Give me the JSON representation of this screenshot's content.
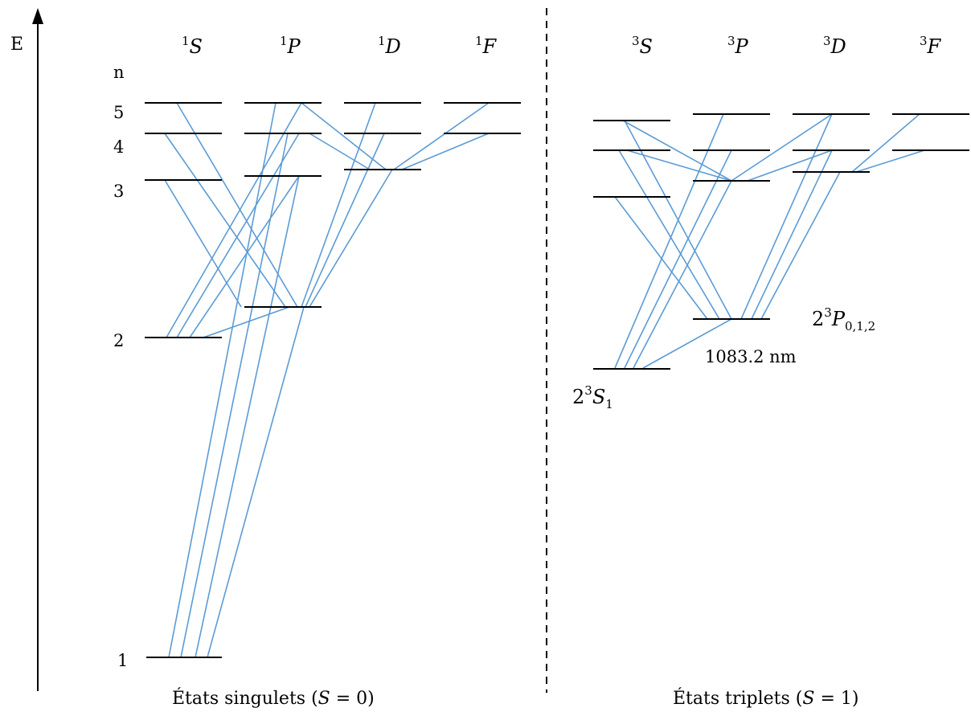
{
  "axis_label": "E",
  "n_label": "n",
  "n_values": [
    "5",
    "4",
    "3",
    "2",
    "1"
  ],
  "singlet": {
    "terms": [
      {
        "sup": "1",
        "letter": "S"
      },
      {
        "sup": "1",
        "letter": "P"
      },
      {
        "sup": "1",
        "letter": "D"
      },
      {
        "sup": "1",
        "letter": "F"
      }
    ],
    "caption": {
      "prefix": "États singulets (",
      "var": "S",
      "eq": " = ",
      "val": "0",
      "suffix": ")"
    }
  },
  "triplet": {
    "terms": [
      {
        "sup": "3",
        "letter": "S"
      },
      {
        "sup": "3",
        "letter": "P"
      },
      {
        "sup": "3",
        "letter": "D"
      },
      {
        "sup": "3",
        "letter": "F"
      }
    ],
    "caption": {
      "prefix": "États triplets (",
      "var": "S",
      "eq": " = ",
      "val": "1",
      "suffix": ")"
    },
    "state_2S": {
      "n": "2",
      "sup": "3",
      "letter": "S",
      "sub": "1"
    },
    "state_2P": {
      "n": "2",
      "sup": "3",
      "letter": "P",
      "sub": "0,1,2"
    },
    "wavelength": "1083.2 nm"
  },
  "colors": {
    "levels": "#000000",
    "transitions": "#5b9bd5"
  }
}
